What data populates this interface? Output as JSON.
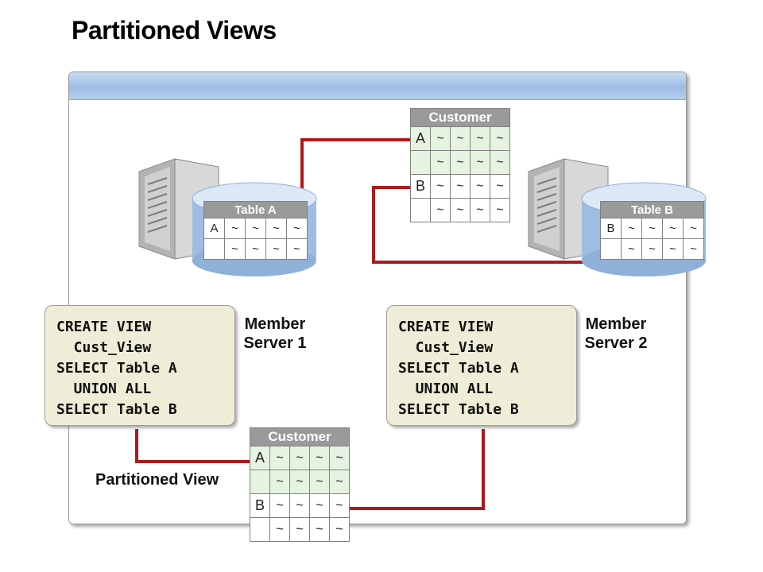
{
  "title": "Partitioned Views",
  "member_server_1": {
    "label_line1": "Member",
    "label_line2": "Server 1"
  },
  "member_server_2": {
    "label_line1": "Member",
    "label_line2": "Server 2"
  },
  "code": [
    "CREATE VIEW",
    "  Cust_View",
    "SELECT Table A",
    "  UNION ALL",
    "SELECT Table B"
  ],
  "partitioned_view_label": "Partitioned View",
  "table_a": {
    "title": "Table A",
    "rows": [
      [
        "A",
        "~",
        "~",
        "~",
        "~"
      ],
      [
        "",
        "~",
        "~",
        "~",
        "~"
      ]
    ]
  },
  "table_b": {
    "title": "Table B",
    "rows": [
      [
        "B",
        "~",
        "~",
        "~",
        "~"
      ],
      [
        "",
        "~",
        "~",
        "~",
        "~"
      ]
    ]
  },
  "customer_top": {
    "title": "Customer",
    "rows": [
      [
        "A",
        "~",
        "~",
        "~",
        "~"
      ],
      [
        "",
        "~",
        "~",
        "~",
        "~"
      ],
      [
        "B",
        "~",
        "~",
        "~",
        "~"
      ],
      [
        "",
        "~",
        "~",
        "~",
        "~"
      ]
    ]
  },
  "customer_bottom": {
    "title": "Customer",
    "rows": [
      [
        "A",
        "~",
        "~",
        "~",
        "~"
      ],
      [
        "",
        "~",
        "~",
        "~",
        "~"
      ],
      [
        "B",
        "~",
        "~",
        "~",
        "~"
      ],
      [
        "",
        "~",
        "~",
        "~",
        "~"
      ]
    ]
  },
  "colors": {
    "connector": "#b0181c",
    "code_box": "#eeeed8",
    "header": "#a9c4e8",
    "row_highlight": "#e7f3e1"
  }
}
